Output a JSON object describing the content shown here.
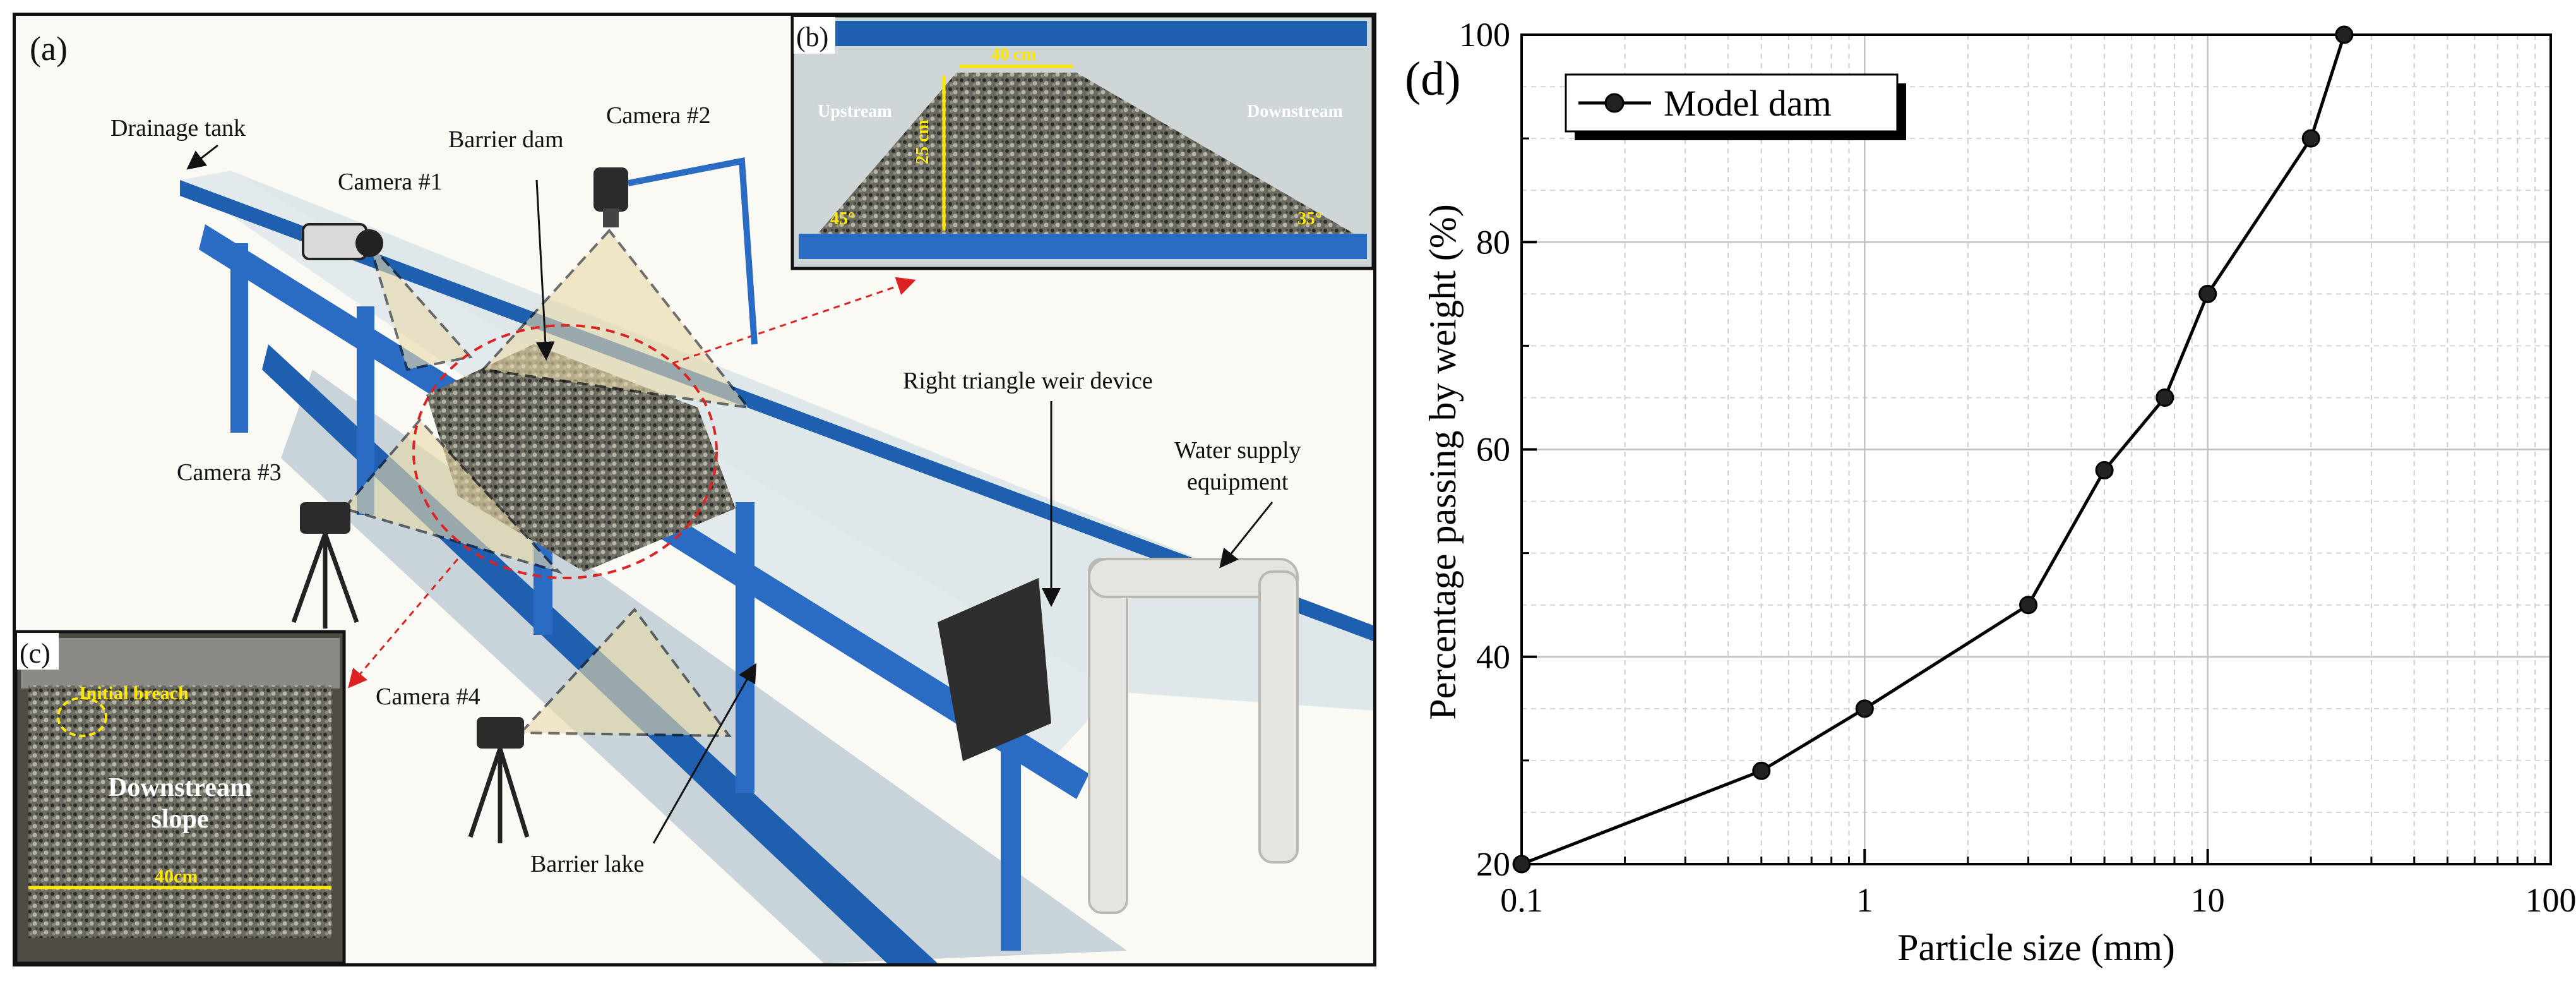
{
  "panel_a": {
    "label": "(a)",
    "callouts": {
      "drainage_tank": "Drainage tank",
      "camera_1": "Camera #1",
      "barrier_dam": "Barrier dam",
      "camera_2": "Camera #2",
      "right_triangle_weir": "Right triangle weir device",
      "water_supply_line1": "Water supply",
      "water_supply_line2": "equipment",
      "camera_3": "Camera #3",
      "camera_4": "Camera #4",
      "barrier_lake": "Barrier lake"
    }
  },
  "panel_b": {
    "label": "(b)",
    "upstream": "Upstream",
    "downstream": "Downstream",
    "crest_width": "40 cm",
    "height": "25 cm",
    "upstream_angle": "45°",
    "downstream_angle": "35°"
  },
  "panel_c": {
    "label": "(c)",
    "initial_breach": "Initial breach",
    "slope_line1": "Downstream",
    "slope_line2": "slope",
    "width": "40cm"
  },
  "chart_data": {
    "type": "line",
    "panel_label": "(d)",
    "xlabel": "Particle size (mm)",
    "ylabel": "Percentage passing by weight (%)",
    "xscale": "log",
    "xlim": [
      0.1,
      100
    ],
    "ylim": [
      20,
      100
    ],
    "x_ticks": [
      0.1,
      1,
      10,
      100
    ],
    "x_tick_labels": [
      "0.1",
      "1",
      "10",
      "100"
    ],
    "y_ticks": [
      20,
      40,
      60,
      80,
      100
    ],
    "y_tick_labels": [
      "20",
      "40",
      "60",
      "80",
      "100"
    ],
    "grid": true,
    "legend_position": "top-left",
    "series": [
      {
        "name": "Model dam",
        "color": "#000000",
        "marker": "circle",
        "x": [
          0.1,
          0.5,
          1,
          3,
          5,
          7.5,
          10,
          20,
          25
        ],
        "y": [
          20,
          29,
          35,
          45,
          58,
          65,
          75,
          90,
          100
        ]
      }
    ]
  }
}
